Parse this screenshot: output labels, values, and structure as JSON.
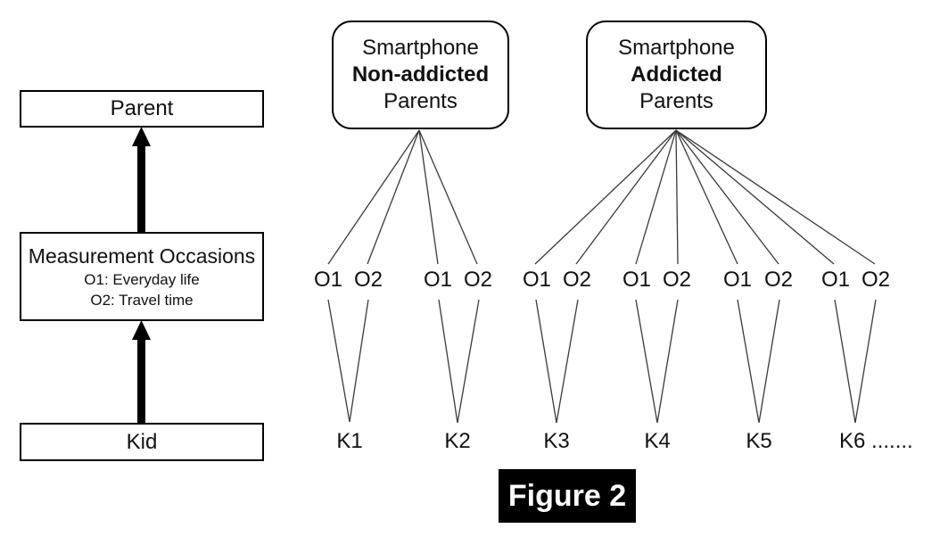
{
  "caption": "Figure 2",
  "left_panel": {
    "parent_label": "Parent",
    "measurement": {
      "title": "Measurement Occasions",
      "occasion1": "O1: Everyday life",
      "occasion2": "O2: Travel time"
    },
    "kid_label": "Kid"
  },
  "parent_groups": [
    {
      "line1": "Smartphone",
      "line2": "Non-addicted",
      "line3": "Parents"
    },
    {
      "line1": "Smartphone",
      "line2": "Addicted",
      "line3": "Parents"
    }
  ],
  "occasions": {
    "o1": "O1",
    "o2": "O2"
  },
  "kids": [
    "K1",
    "K2",
    "K3",
    "K4",
    "K5",
    "K6 ......."
  ],
  "colors": {
    "line": "#3a3a3a",
    "border": "#000000",
    "arrow": "#000000",
    "caption_bg": "#000000",
    "caption_fg": "#ffffff"
  }
}
